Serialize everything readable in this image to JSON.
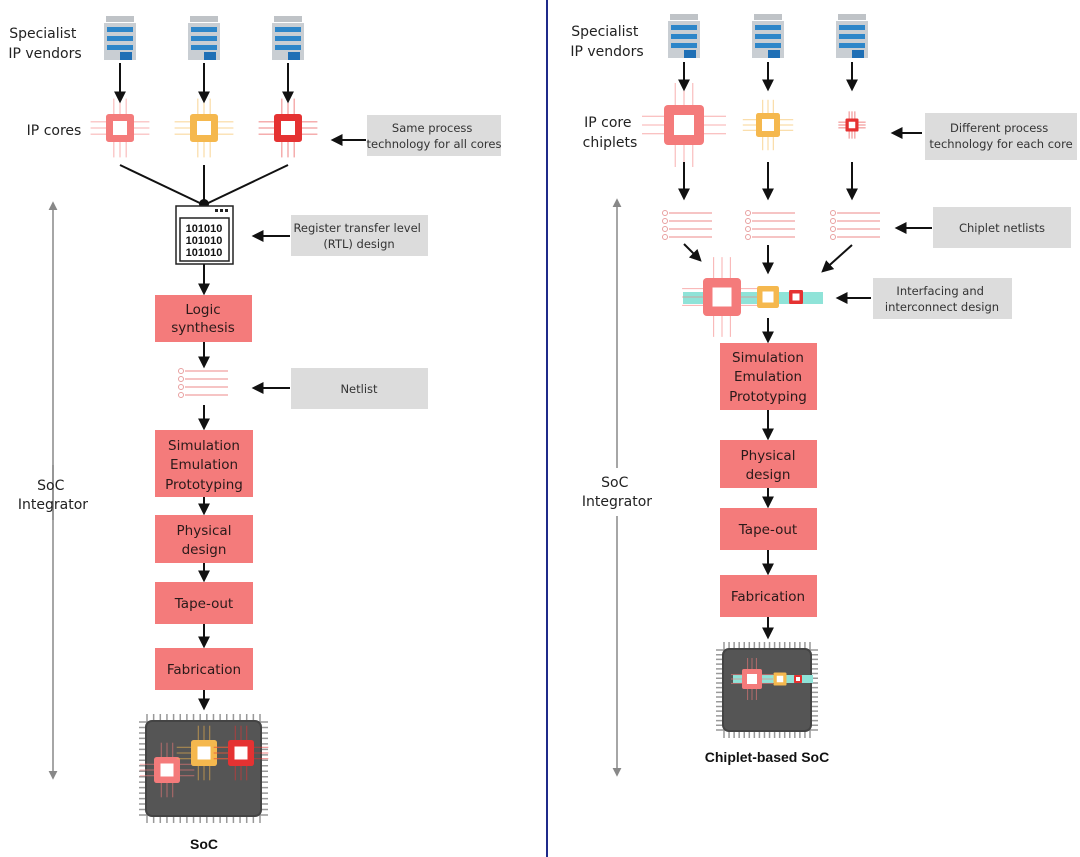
{
  "colors": {
    "step_box": "#f47b7b",
    "note_box": "#dcdcdc",
    "divider": "#1f2a8a",
    "chip_pink": "#f47b7b",
    "chip_orange": "#f5b84e",
    "chip_red": "#e53232",
    "interconnect": "#8fe3d8"
  },
  "left": {
    "vendors_label": [
      "Specialist",
      "IP vendors"
    ],
    "cores_label": "IP cores",
    "note_process": [
      "Same process",
      "technology for all cores"
    ],
    "rtl_binary": [
      "101010",
      "101010",
      "101010"
    ],
    "note_rtl": [
      "Register transfer level",
      "(RTL) design"
    ],
    "steps": {
      "logic": [
        "Logic",
        "synthesis"
      ],
      "sim": [
        "Simulation",
        "Emulation",
        "Prototyping"
      ],
      "phys": [
        "Physical",
        "design"
      ],
      "tape": "Tape-out",
      "fab": "Fabrication"
    },
    "note_netlist": "Netlist",
    "integrator_label": [
      "SoC",
      "Integrator"
    ],
    "result_label": "SoC"
  },
  "right": {
    "vendors_label": [
      "Specialist",
      "IP vendors"
    ],
    "cores_label": [
      "IP core",
      "chiplets"
    ],
    "note_process": [
      "Different process",
      "technology for each core"
    ],
    "note_netlists": "Chiplet netlists",
    "note_interface": [
      "Interfacing and",
      "interconnect design"
    ],
    "steps": {
      "sim": [
        "Simulation",
        "Emulation",
        "Prototyping"
      ],
      "phys": [
        "Physical",
        "design"
      ],
      "tape": "Tape-out",
      "fab": "Fabrication"
    },
    "integrator_label": [
      "SoC",
      "Integrator"
    ],
    "result_label": "Chiplet-based SoC"
  }
}
